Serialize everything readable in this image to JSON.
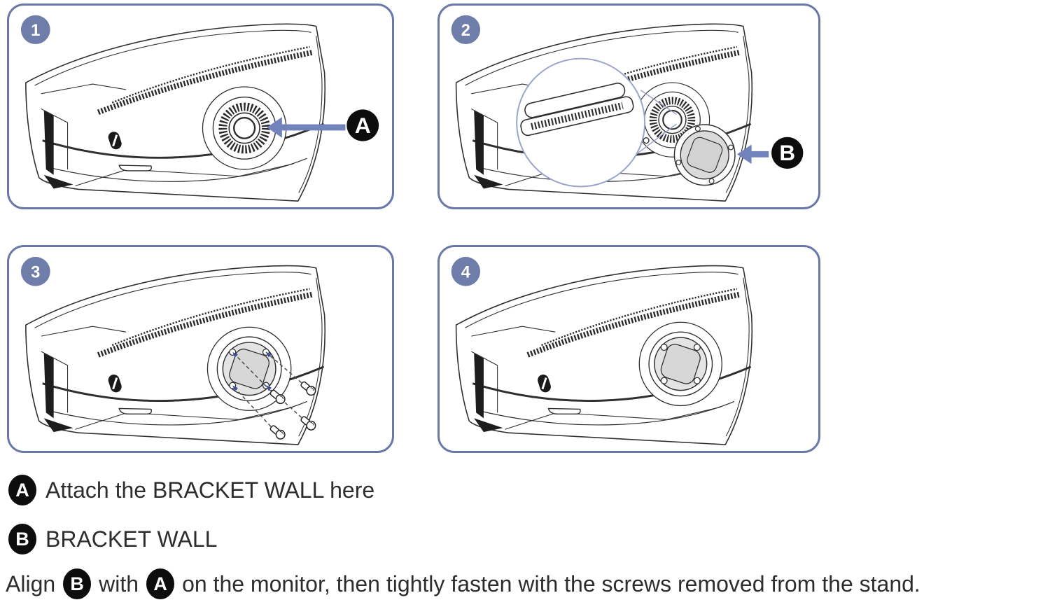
{
  "colors": {
    "panel_border": "#6a78a8",
    "step_badge_fill": "#6f7dab",
    "callout_arrow": "#7283bb",
    "legend_badge_fill": "#0d0d0d",
    "legend_text": "#2d2d2d",
    "line_art": "#2f2f2f",
    "magnifier_stroke": "#99a3cb",
    "bracket_fill": "#dadada",
    "screw_guide_arrow": "#3e4d96"
  },
  "panels": [
    {
      "number": "1",
      "callout": "A"
    },
    {
      "number": "2",
      "callout": "B"
    },
    {
      "number": "3",
      "callout": ""
    },
    {
      "number": "4",
      "callout": ""
    }
  ],
  "legend": {
    "item_a": {
      "badge": "A",
      "text": "Attach the BRACKET WALL here"
    },
    "item_b": {
      "badge": "B",
      "text": "BRACKET WALL"
    },
    "align": {
      "lead": "Align",
      "badge1": "B",
      "mid": "with",
      "badge2": "A",
      "tail": "on the monitor, then tightly fasten with the screws removed from the stand."
    }
  }
}
